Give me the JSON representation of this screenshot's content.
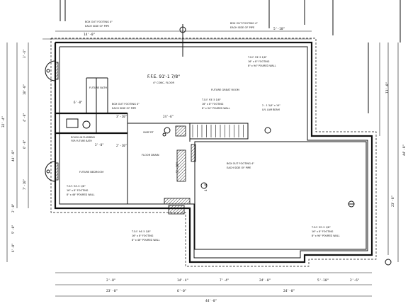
{
  "notes": {
    "box_footing": [
      "BOX OUT FOOTING 4\"",
      "EACH SIDE OF PIPE"
    ],
    "tof_a": [
      "T.O.F. 93'-5 1/8\"",
      "16\" x 8\" FOOTING",
      "8\" x 94\" POURED WALL"
    ],
    "tof_b": [
      "T.O.F. 93'-5 1/8\"",
      "16\" x 8\" FOOTING",
      "8\" x 94\" POURED WALL"
    ],
    "tof_c": [
      "T.O.F. 94'-5 1/8\"",
      "16\" x 8\" FOOTING",
      "8\" x 46\" POURED WALL"
    ],
    "tof_d": [
      "T.O.F. 94'-5 1/8\"",
      "16\" x 8\" FOOTING",
      "8\" x 46\" POURED WALL"
    ],
    "tof_e": [
      "T.O.F. 92'-5 1/8\"",
      "16\" x 8\" FOOTING",
      "8\" x 94\" POURED WALL"
    ],
    "lvl_beam": [
      "2 - 1 3/4\" x 14\"",
      "LVL LAM BEAM"
    ],
    "ffe": "F.F.E. 91'-1 7/8\"",
    "slab": "4\" CONC. FLOOR",
    "great_room": "FUTURE GREAT ROOM",
    "bedroom": "FUTURE BEDROOM",
    "bath": "FUTURE BATH",
    "rough_in": [
      "ROUGH-IN PLUMBING",
      "FOR FUTURE BATH"
    ],
    "floor_drain": "FLOOR DRAIN",
    "sump": "SUMP PIT"
  },
  "dims": {
    "top": [
      "14'-0\"",
      "5'-10\""
    ],
    "bottom_row1": [
      "2'-8\"",
      "14'-4\"",
      "7'-4\"",
      "24'-0\"",
      "5'-10\"",
      "2'-6\""
    ],
    "bottom_row2": [
      "23'-0\"",
      "6'-0\"",
      "24'-0\""
    ],
    "bottom_total": "44'-0\"",
    "left_outer": [
      "32'-4\"",
      "44'-8\""
    ],
    "left_inner": [
      "3'-6\"",
      "10'-0\"",
      "4'-0\"",
      "6'-0\"",
      "7'-10\"",
      "2'-0\"",
      "5'-0\"",
      "6'-0\""
    ],
    "right": [
      "11'-0\"",
      "23'-8\"",
      "44'-8\""
    ],
    "inner": [
      "3'-10\"",
      "24'-6\"",
      "2'-10\"",
      "6'-8\"",
      "3'-0\"",
      "5'-10\"",
      "4'-0\""
    ]
  }
}
